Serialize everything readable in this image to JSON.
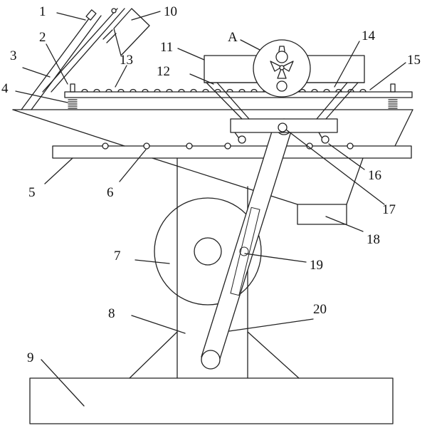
{
  "labels": {
    "l1": "1",
    "l2": "2",
    "l3": "3",
    "l4": "4",
    "l5": "5",
    "l6": "6",
    "l7": "7",
    "l8": "8",
    "l9": "9",
    "l10": "10",
    "l11": "11",
    "l12": "12",
    "l13": "13",
    "l14": "14",
    "l15": "15",
    "l16": "16",
    "l17": "17",
    "l18": "18",
    "l19": "19",
    "l20": "20",
    "lA": "A"
  },
  "colors": {
    "line": "#222222",
    "background": "#ffffff"
  }
}
